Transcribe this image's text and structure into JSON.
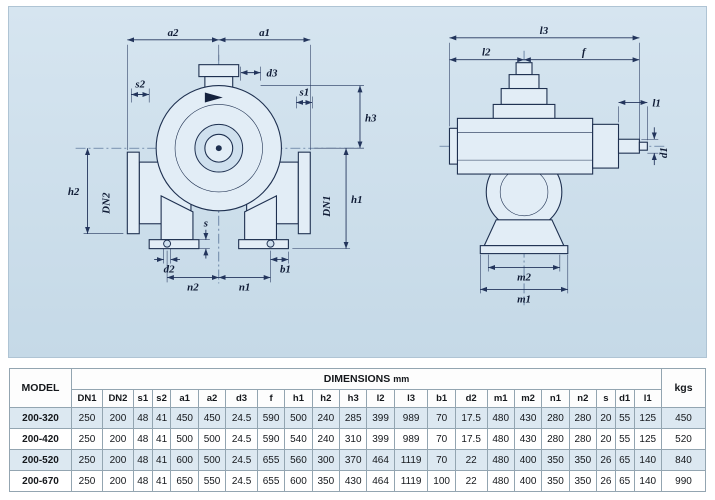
{
  "page": {
    "drawing_background": "#c5d9e7",
    "line_color": "#1e3050",
    "part_fill": "#e2edf6",
    "stripe_color": "#dce8f1"
  },
  "diagram": {
    "labels": {
      "a1": "a1",
      "a2": "a2",
      "d3": "d3",
      "s1": "s1",
      "s2": "s2",
      "h1": "h1",
      "h2": "h2",
      "h3": "h3",
      "dn1": "DN1",
      "dn2": "DN2",
      "s": "s",
      "d2": "d2",
      "b1": "b1",
      "n1": "n1",
      "n2": "n2",
      "l1": "l1",
      "l2": "l2",
      "l3": "l3",
      "f": "f",
      "d1": "d1",
      "m1": "m1",
      "m2": "m2"
    }
  },
  "table": {
    "model_header": "MODEL",
    "dimensions_header": "DIMENSIONS",
    "dimensions_unit": "mm",
    "kgs_header": "kgs",
    "columns": [
      "DN1",
      "DN2",
      "s1",
      "s2",
      "a1",
      "a2",
      "d3",
      "f",
      "h1",
      "h2",
      "h3",
      "l2",
      "l3",
      "b1",
      "d2",
      "m1",
      "m2",
      "n1",
      "n2",
      "s",
      "d1",
      "l1"
    ],
    "rows": [
      {
        "model": "200-320",
        "values": [
          "250",
          "200",
          "48",
          "41",
          "450",
          "450",
          "24.5",
          "590",
          "500",
          "240",
          "285",
          "399",
          "989",
          "70",
          "17.5",
          "480",
          "430",
          "280",
          "280",
          "20",
          "55",
          "125"
        ],
        "kgs": "450"
      },
      {
        "model": "200-420",
        "values": [
          "250",
          "200",
          "48",
          "41",
          "500",
          "500",
          "24.5",
          "590",
          "540",
          "240",
          "310",
          "399",
          "989",
          "70",
          "17.5",
          "480",
          "430",
          "280",
          "280",
          "20",
          "55",
          "125"
        ],
        "kgs": "520"
      },
      {
        "model": "200-520",
        "values": [
          "250",
          "200",
          "48",
          "41",
          "600",
          "500",
          "24.5",
          "655",
          "560",
          "300",
          "370",
          "464",
          "1119",
          "70",
          "22",
          "480",
          "400",
          "350",
          "350",
          "26",
          "65",
          "140"
        ],
        "kgs": "840"
      },
      {
        "model": "200-670",
        "values": [
          "250",
          "200",
          "48",
          "41",
          "650",
          "550",
          "24.5",
          "655",
          "600",
          "350",
          "430",
          "464",
          "1119",
          "100",
          "22",
          "480",
          "400",
          "350",
          "350",
          "26",
          "65",
          "140"
        ],
        "kgs": "990"
      }
    ]
  }
}
